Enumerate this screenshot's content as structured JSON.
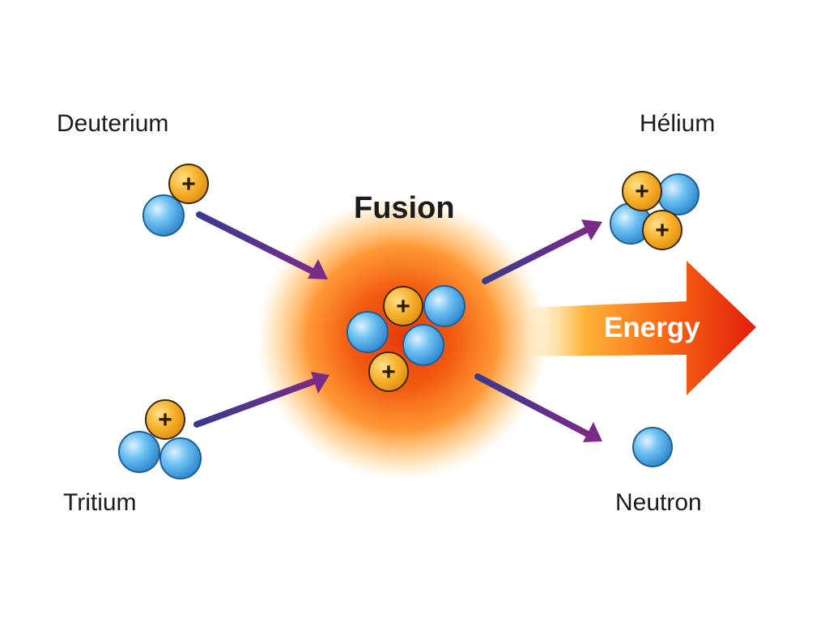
{
  "labels": {
    "deuterium": "Deuterium",
    "tritium": "Tritium",
    "fusion": "Fusion",
    "helium": "Hélium",
    "neutron": "Neutron",
    "energy": "Energy"
  },
  "proton_symbol": "+",
  "colors": {
    "proton": "#f0a020",
    "neutron": "#3f9ee3",
    "arrow": "#5a3090",
    "glow": "#ff8a1a",
    "energy_arrow_end": "#e8200e"
  },
  "icons": {
    "proton": "proton-sphere-icon",
    "neutron": "neutron-sphere-icon",
    "reaction_arrow": "arrow-icon",
    "energy_arrow": "energy-arrow-icon"
  }
}
